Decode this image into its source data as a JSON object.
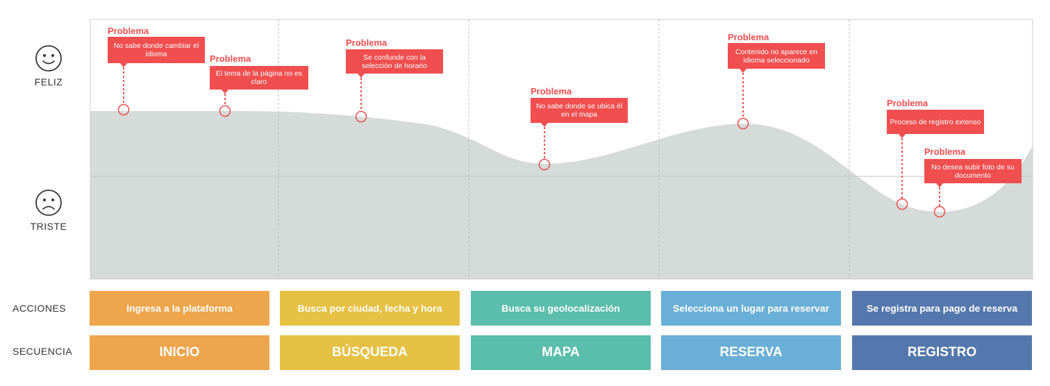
{
  "moods": {
    "happy": "FELIZ",
    "sad": "TRISTE"
  },
  "rows": {
    "actions": "ACCIONES",
    "sequence": "SECUENCIA"
  },
  "problem_label": "Problema",
  "actions": [
    {
      "label": "Ingresa a la plataforma",
      "color": "#eea54c"
    },
    {
      "label": "Busca por ciudad, fecha y hora",
      "color": "#e6c143"
    },
    {
      "label": "Busca su geolocalización",
      "color": "#5bbdab"
    },
    {
      "label": "Selecciona un lugar para reservar",
      "color": "#6aafd7"
    },
    {
      "label": "Se registra para pago de reserva",
      "color": "#5478ad"
    }
  ],
  "stages": [
    {
      "label": "INICIO",
      "color": "#eea54c"
    },
    {
      "label": "BÚSQUEDA",
      "color": "#e6c143"
    },
    {
      "label": "MAPA",
      "color": "#5bbdab"
    },
    {
      "label": "RESERVA",
      "color": "#6aafd7"
    },
    {
      "label": "REGISTRO",
      "color": "#5478ad"
    }
  ],
  "problems": [
    {
      "title": "Problema",
      "text": "No sabe donde cambiar el idioma"
    },
    {
      "title": "Problema",
      "text": "El tema de la página no es claro"
    },
    {
      "title": "Problema",
      "text": "Se confunde con la selección de horario"
    },
    {
      "title": "Problema",
      "text": "No sabe donde se ubica él en el mapa"
    },
    {
      "title": "Problema",
      "text": "Contenido no aparece en idioma seleccionado"
    },
    {
      "title": "Problema",
      "text": "Proceso de registro extenso"
    },
    {
      "title": "Problema",
      "text": "No desea subir foto de su documento"
    }
  ],
  "colors": {
    "accent": "#f04e4f",
    "curve_fill": "#d5dbd8",
    "frame": "#cccccc",
    "text": "#333333"
  },
  "icons": {
    "happy": "smiley-face-icon",
    "sad": "sad-face-icon"
  }
}
